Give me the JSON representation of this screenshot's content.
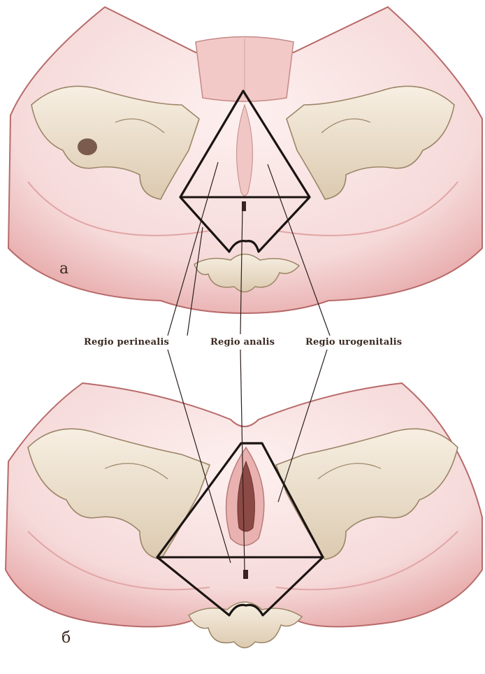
{
  "panels": [
    {
      "letter": "а"
    },
    {
      "letter": "б"
    }
  ],
  "labels": {
    "perinealis": "Regio perinealis",
    "analis": "Regio analis",
    "urogenitalis": "Regio urogenitalis"
  },
  "colors": {
    "skin": "#f6dada",
    "skin_edge": "#b86a6a",
    "bone": "#efe3cf",
    "bone_edge": "#9c8567",
    "line": "#1a1412",
    "text": "#3b2a22"
  }
}
